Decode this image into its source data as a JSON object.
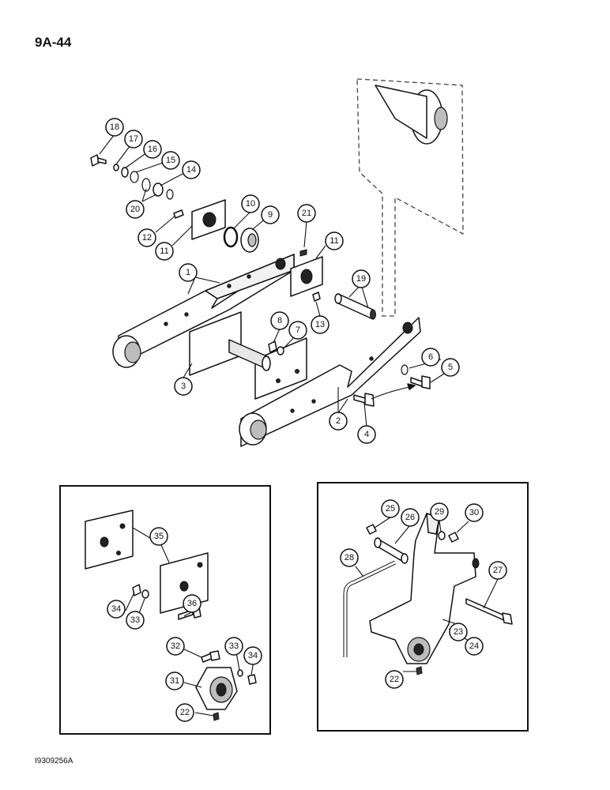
{
  "page_number": "9A-44",
  "figure_code": "I9309256A",
  "callouts": {
    "c1": "1",
    "c2": "2",
    "c3": "3",
    "c4": "4",
    "c5": "5",
    "c6": "6",
    "c7": "7",
    "c8": "8",
    "c9": "9",
    "c10": "10",
    "c11a": "11",
    "c11b": "11",
    "c12": "12",
    "c13": "13",
    "c14": "14",
    "c15": "15",
    "c16": "16",
    "c17": "17",
    "c18": "18",
    "c19": "19",
    "c20": "20",
    "c21": "21",
    "c22a": "22",
    "c22b": "22",
    "c23": "23",
    "c24": "24",
    "c25": "25",
    "c26": "26",
    "c27": "27",
    "c28": "28",
    "c29": "29",
    "c30": "30",
    "c31": "31",
    "c32": "32",
    "c33a": "33",
    "c33b": "33",
    "c34a": "34",
    "c34b": "34",
    "c35": "35",
    "c36": "36"
  }
}
